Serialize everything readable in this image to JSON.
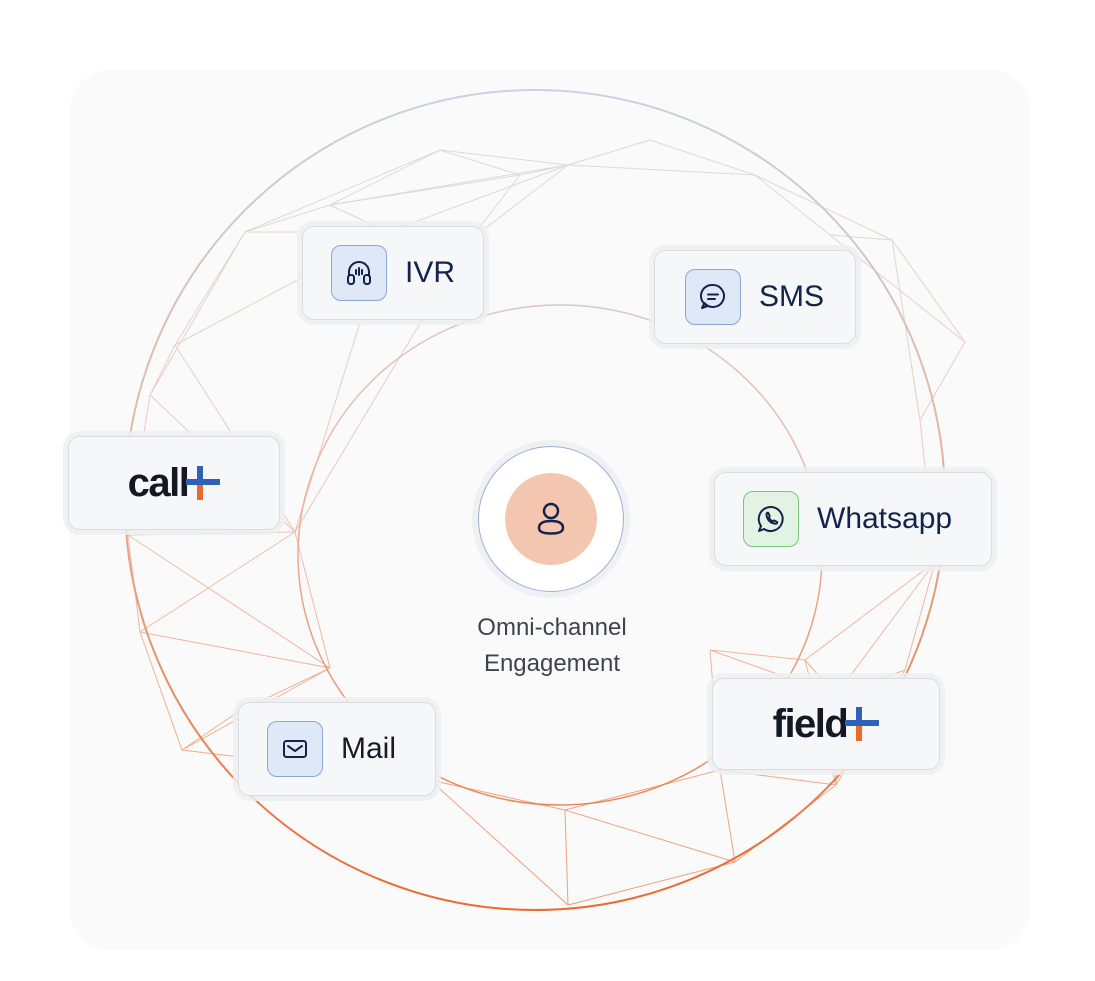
{
  "center": {
    "icon": "user-icon",
    "label_line1": "Omni-channel",
    "label_line2": "Engagement"
  },
  "channels": {
    "ivr": {
      "label": "IVR",
      "icon": "headset-icon"
    },
    "sms": {
      "label": "SMS",
      "icon": "chat-bubble-icon"
    },
    "whatsapp": {
      "label": "Whatsapp",
      "icon": "whatsapp-icon"
    },
    "mail": {
      "label": "Mail",
      "icon": "envelope-icon"
    },
    "call": {
      "brand": "call",
      "mark": "plus-logo"
    },
    "field": {
      "brand": "field",
      "mark": "plus-logo"
    }
  },
  "colors": {
    "ring_top": "#c9d2e3",
    "ring_bottom": "#ea6a2e",
    "icon_box_blue": "#dfe8f6",
    "icon_box_green": "#e3f3e3",
    "center_fill": "#f4c6b0",
    "text_navy": "#13234a",
    "brand_blue": "#2e62b8",
    "brand_orange": "#ea6a2e"
  }
}
